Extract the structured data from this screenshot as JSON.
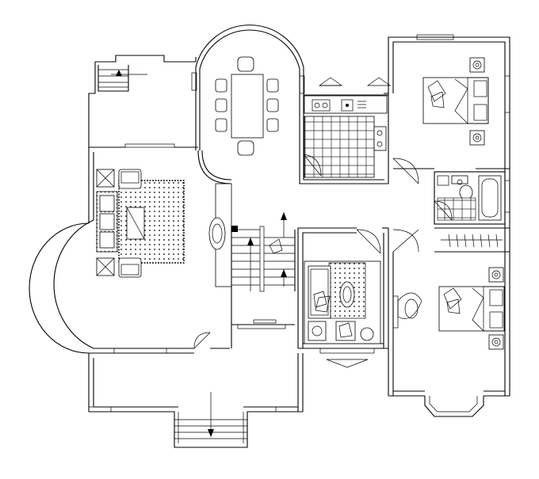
{
  "drawing": {
    "kind": "floor-plan",
    "line_color": "#000000",
    "background": "#ffffff",
    "rooms": [
      {
        "id": "terrace-top-left"
      },
      {
        "id": "dining-room"
      },
      {
        "id": "kitchen"
      },
      {
        "id": "bedroom-top-right"
      },
      {
        "id": "bathroom"
      },
      {
        "id": "living-room"
      },
      {
        "id": "staircase"
      },
      {
        "id": "family-room"
      },
      {
        "id": "bedroom-bottom-right"
      },
      {
        "id": "entrance-porch"
      }
    ]
  }
}
